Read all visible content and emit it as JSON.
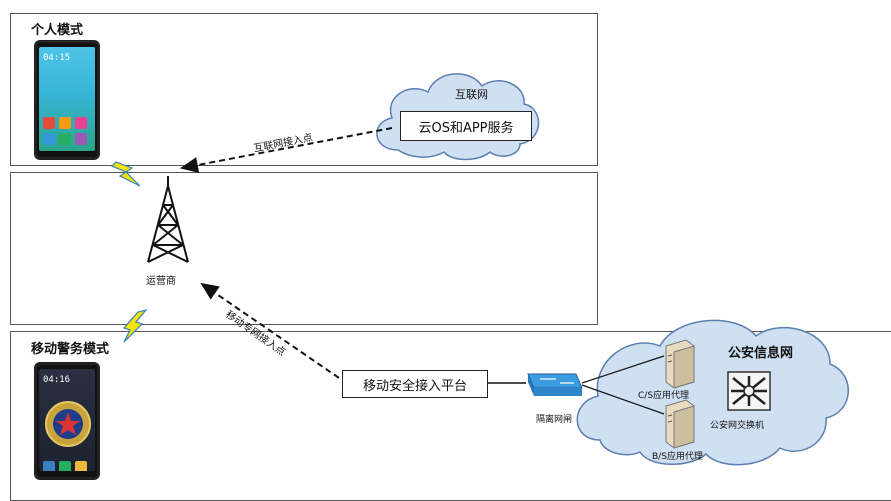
{
  "panels": {
    "personal": {
      "title": "个人模式"
    },
    "police": {
      "title": "移动警务模式"
    }
  },
  "phones": {
    "personal": {
      "clock": "04:15"
    },
    "police": {
      "clock": "04:16"
    }
  },
  "internet": {
    "cloud_label": "互联网",
    "service_box": "云OS和APP服务",
    "access_point": "互联网接入点"
  },
  "carrier": {
    "tower_label": "运营商"
  },
  "private_access_point": "移动专网接入点",
  "secure_platform": "移动安全接入平台",
  "gateway_label": "隔离网闸",
  "police_network": {
    "cloud_label": "公安信息网",
    "cs_proxy": "C/S应用代理",
    "bs_proxy": "B/S应用代理",
    "switch": "公安网交换机"
  },
  "colors": {
    "cloud_fill": "#cfe0f2",
    "cloud_stroke": "#5b7fb0",
    "lightning": "#f2e600",
    "lightning_stroke": "#3a7fc0",
    "gateway": "#3d9be0"
  }
}
